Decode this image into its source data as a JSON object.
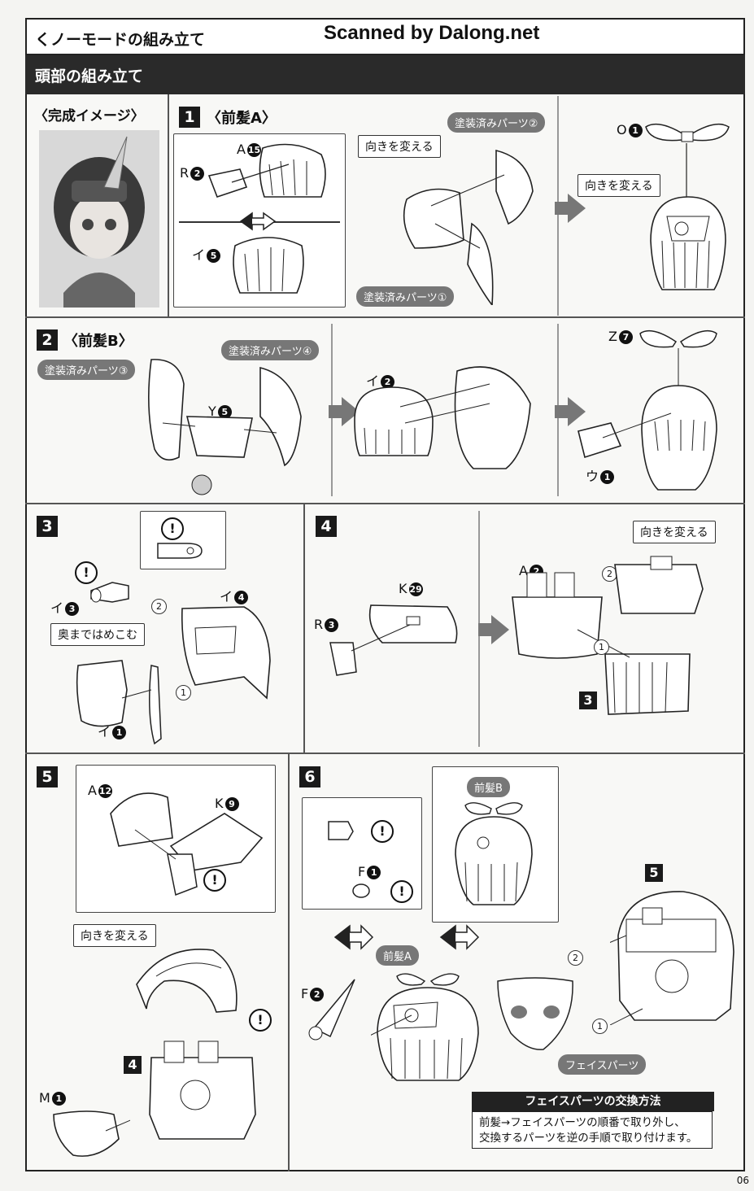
{
  "header": {
    "title": "くノーモードの組み立て",
    "scan_credit": "Scanned by Dalong.net"
  },
  "section_bar": {
    "title": "頭部の組み立て"
  },
  "complete_image": {
    "label": "〈完成イメージ〉"
  },
  "steps": {
    "s1": {
      "num": "1",
      "title": "〈前髪A〉"
    },
    "s2": {
      "num": "2",
      "title": "〈前髪B〉"
    },
    "s3": {
      "num": "3"
    },
    "s4": {
      "num": "4"
    },
    "s5": {
      "num": "5"
    },
    "s6": {
      "num": "6"
    }
  },
  "labels": {
    "painted1": "塗装済みパーツ①",
    "painted2": "塗装済みパーツ②",
    "painted3": "塗装済みパーツ③",
    "painted4": "塗装済みパーツ④",
    "change_dir": "向きを変える",
    "push_in": "奥まではめこむ",
    "front_hair_a": "前髪A",
    "front_hair_b": "前髪B",
    "face_parts": "フェイスパーツ",
    "sub3": "3",
    "sub4": "4",
    "sub5": "5"
  },
  "parts": {
    "a15": {
      "letter": "A",
      "no": "15"
    },
    "r2": {
      "letter": "R",
      "no": "2"
    },
    "i5": {
      "letter": "イ",
      "no": "5"
    },
    "o1": {
      "letter": "O",
      "no": "1"
    },
    "y5": {
      "letter": "Y",
      "no": "5"
    },
    "i2": {
      "letter": "イ",
      "no": "2"
    },
    "z7": {
      "letter": "Z",
      "no": "7"
    },
    "u1": {
      "letter": "ウ",
      "no": "1"
    },
    "i3": {
      "letter": "イ",
      "no": "3"
    },
    "i4": {
      "letter": "イ",
      "no": "4"
    },
    "i1": {
      "letter": "イ",
      "no": "1"
    },
    "k29": {
      "letter": "K",
      "no": "29"
    },
    "r3": {
      "letter": "R",
      "no": "3"
    },
    "a2": {
      "letter": "A",
      "no": "2"
    },
    "a12": {
      "letter": "A",
      "no": "12"
    },
    "k9": {
      "letter": "K",
      "no": "9"
    },
    "m1": {
      "letter": "M",
      "no": "1"
    },
    "f1": {
      "letter": "F",
      "no": "1"
    },
    "f2": {
      "letter": "F",
      "no": "2"
    }
  },
  "order": {
    "one": "1",
    "two": "2"
  },
  "exchange": {
    "title": "フェイスパーツの交換方法",
    "line1": "前髪→フェイスパーツの順番で取り外し、",
    "line2": "交換するパーツを逆の手順で取り付けます。"
  },
  "page_number": "06"
}
